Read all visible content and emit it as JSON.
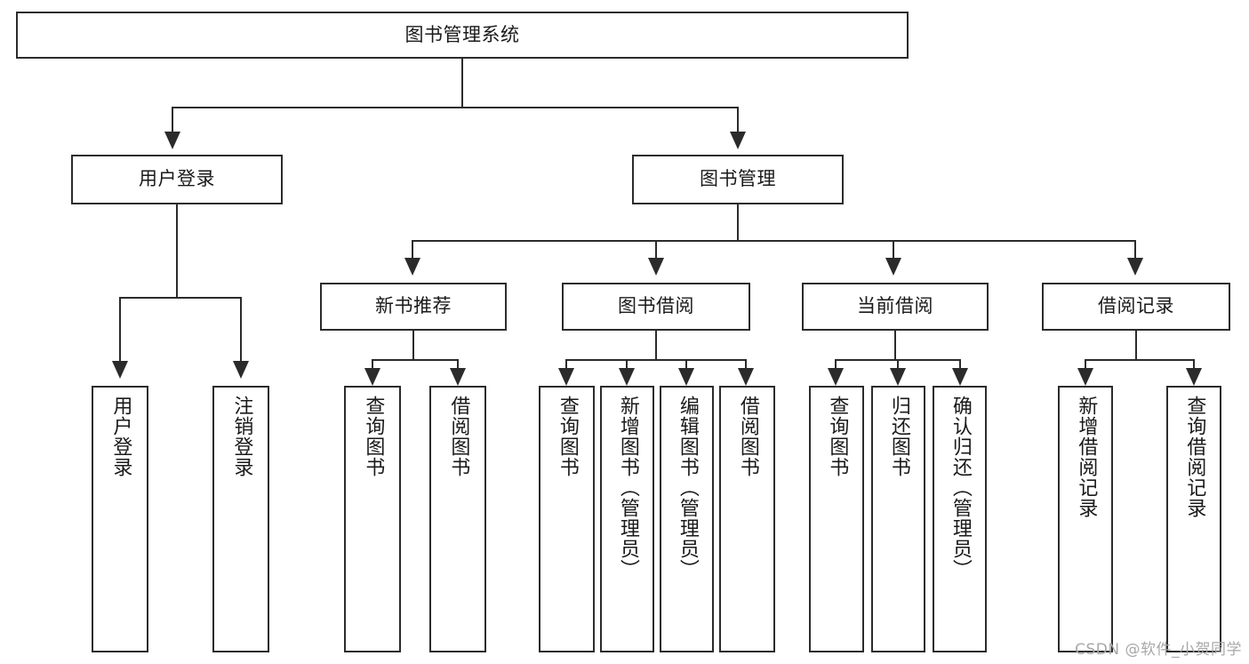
{
  "diagram": {
    "title": "图书管理系统",
    "type": "tree",
    "root": {
      "label": "图书管理系统"
    },
    "level2": [
      {
        "label": "用户登录"
      },
      {
        "label": "图书管理"
      }
    ],
    "level3": [
      {
        "label": "新书推荐"
      },
      {
        "label": "图书借阅"
      },
      {
        "label": "当前借阅"
      },
      {
        "label": "借阅记录"
      }
    ],
    "leaves": {
      "user_login": [
        {
          "label": "用户登录"
        },
        {
          "label": "注销登录"
        }
      ],
      "new_book": [
        {
          "label": "查询图书"
        },
        {
          "label": "借阅图书"
        }
      ],
      "book_borrow": [
        {
          "label": "查询图书"
        },
        {
          "label": "新增图书（管理员）"
        },
        {
          "label": "编辑图书（管理员）"
        },
        {
          "label": "借阅图书"
        }
      ],
      "current_borrow": [
        {
          "label": "查询图书"
        },
        {
          "label": "归还图书"
        },
        {
          "label": "确认归还（管理员）"
        }
      ],
      "borrow_record": [
        {
          "label": "新增借阅记录"
        },
        {
          "label": "查询借阅记录"
        }
      ]
    }
  },
  "watermark": {
    "text": "CSDN @软件_小贺同学"
  },
  "colors": {
    "stroke": "#2b2b2b",
    "background": "#ffffff",
    "text": "#1a1a1a",
    "watermark": "#a8a8a8"
  }
}
